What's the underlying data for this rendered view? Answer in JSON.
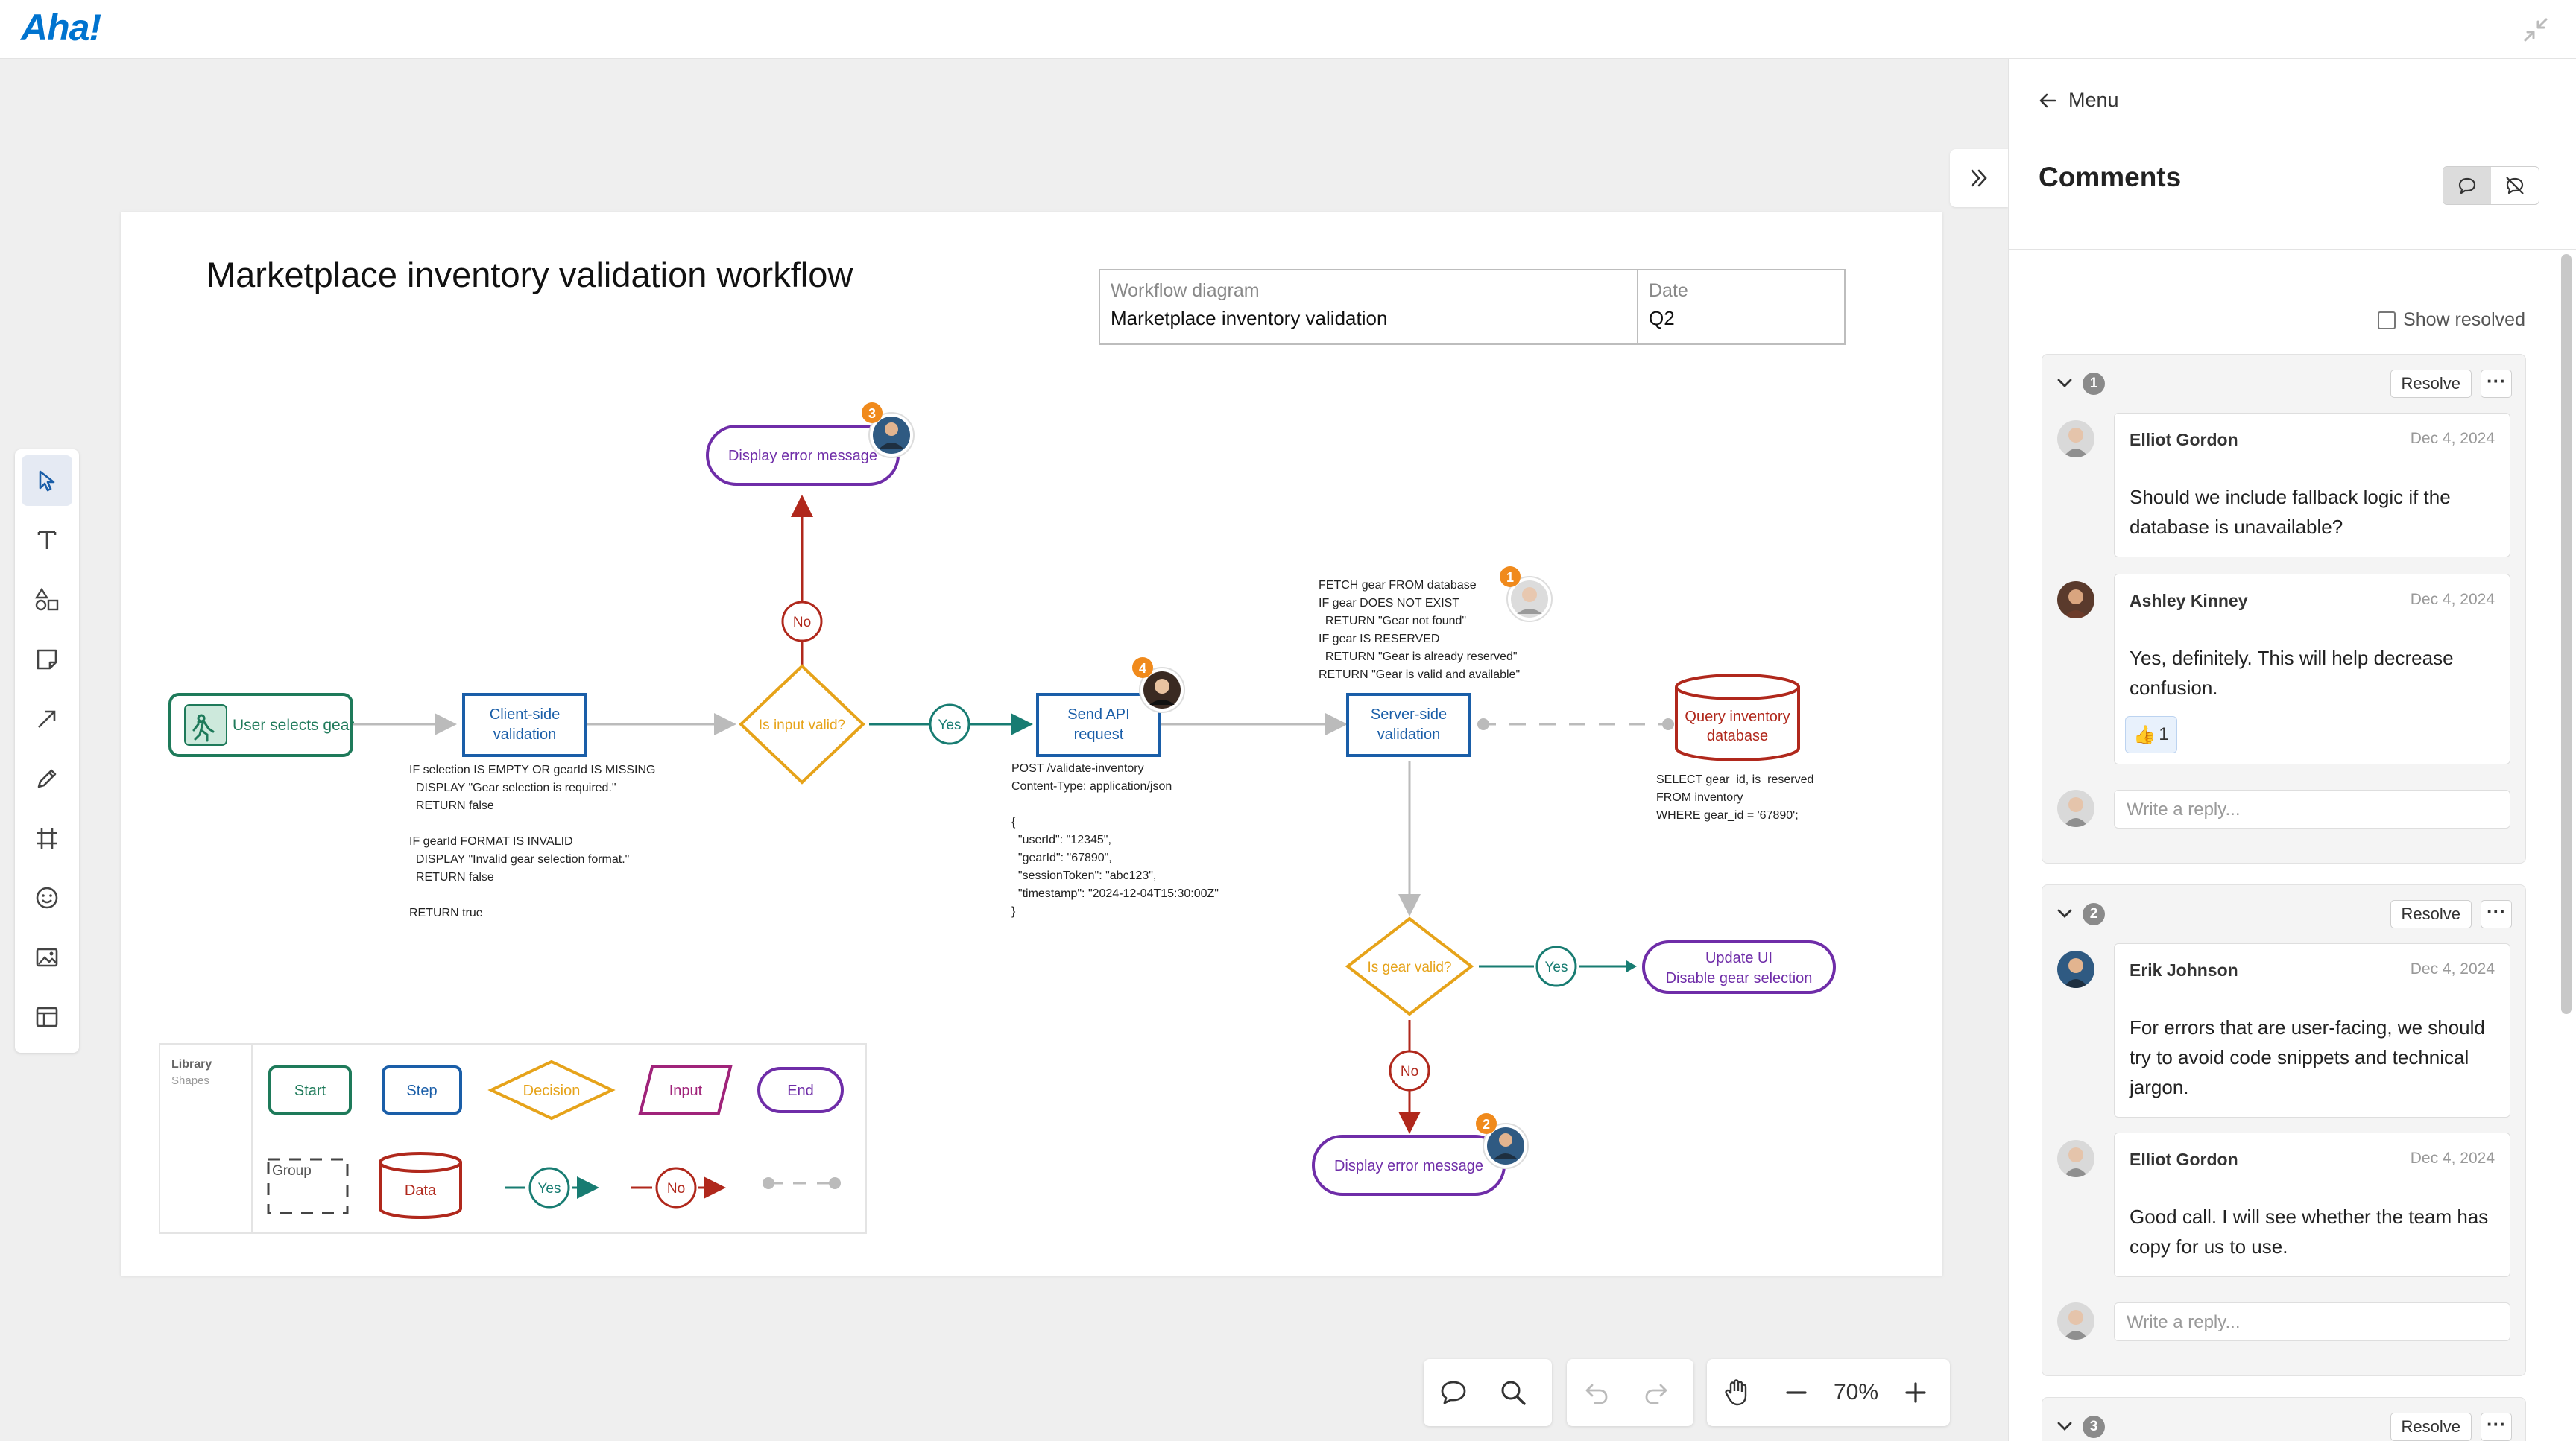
{
  "app": {
    "logo": "Aha!"
  },
  "board": {
    "title": "Marketplace inventory validation workflow",
    "info_table": {
      "type_label": "Workflow diagram",
      "type_value": "Marketplace inventory validation",
      "date_label": "Date",
      "date_value": "Q2"
    },
    "nodes": {
      "start": "User selects gear",
      "client_validation": [
        "Client-side",
        "validation"
      ],
      "is_input_valid": "Is input valid?",
      "display_error_top": "Display error message",
      "no_top": "No",
      "yes_mid": "Yes",
      "send_api": [
        "Send API",
        "request"
      ],
      "server_validation": [
        "Server-side",
        "validation"
      ],
      "query_db": [
        "Query inventory",
        "database"
      ],
      "is_gear_valid": "Is gear valid?",
      "yes_right": "Yes",
      "update_ui": [
        "Update UI",
        "Disable gear selection"
      ],
      "no_bottom": "No",
      "display_error_bottom": "Display error message"
    },
    "notes": {
      "client": [
        "IF selection IS EMPTY OR gearId IS MISSING",
        "  DISPLAY \"Gear selection is required.\"",
        "  RETURN false",
        "",
        "IF gearId FORMAT IS INVALID",
        "  DISPLAY \"Invalid gear selection format.\"",
        "  RETURN false",
        "",
        "RETURN true"
      ],
      "api": [
        "POST /validate-inventory",
        "Content-Type: application/json",
        "",
        "{",
        "  \"userId\": \"12345\",",
        "  \"gearId\": \"67890\",",
        "  \"sessionToken\": \"abc123\",",
        "  \"timestamp\": \"2024-12-04T15:30:00Z\"",
        "}"
      ],
      "server": [
        "FETCH gear FROM database",
        "IF gear DOES NOT EXIST",
        "  RETURN \"Gear not found\"",
        "IF gear IS RESERVED",
        "  RETURN \"Gear is already reserved\"",
        "RETURN \"Gear is valid and available\""
      ],
      "db": [
        "SELECT gear_id, is_reserved",
        "FROM inventory",
        "WHERE gear_id = '67890';"
      ]
    },
    "badges": [
      "3",
      "4",
      "1",
      "2"
    ],
    "library": {
      "title": "Library",
      "subtitle": "Shapes",
      "start": "Start",
      "step": "Step",
      "decision": "Decision",
      "input": "Input",
      "end": "End",
      "group": "Group",
      "data": "Data",
      "yes": "Yes",
      "no": "No"
    }
  },
  "zoom": {
    "level": "70%"
  },
  "panel": {
    "menu_label": "Menu",
    "title": "Comments",
    "show_resolved": "Show resolved",
    "threads": [
      {
        "number": "1",
        "resolve_label": "Resolve",
        "more_label": "···",
        "comments": [
          {
            "author": "Elliot Gordon",
            "date": "Dec 4, 2024",
            "text": "Should we include fallback logic if the database is unavailable?"
          },
          {
            "author": "Ashley Kinney",
            "date": "Dec 4, 2024",
            "text": "Yes, definitely. This will help decrease confusion.",
            "reaction": "👍",
            "reaction_count": "1"
          }
        ],
        "reply_placeholder": "Write a reply..."
      },
      {
        "number": "2",
        "resolve_label": "Resolve",
        "more_label": "···",
        "comments": [
          {
            "author": "Erik Johnson",
            "date": "Dec 4, 2024",
            "text": "For errors that are user-facing, we should try to avoid code snippets and technical jargon."
          },
          {
            "author": "Elliot Gordon",
            "date": "Dec 4, 2024",
            "text": "Good call. I will see whether the team has copy for us to use."
          }
        ],
        "reply_placeholder": "Write a reply..."
      },
      {
        "number": "3",
        "resolve_label": "Resolve",
        "more_label": "···"
      }
    ]
  },
  "colors": {
    "brand": "#0073cf",
    "green": "#1e7a5a",
    "blue": "#1a5ea8",
    "orange": "#e6a31a",
    "purple": "#6f2da8",
    "red": "#b0281c",
    "teal": "#187c72",
    "badge": "#f08a1c"
  }
}
